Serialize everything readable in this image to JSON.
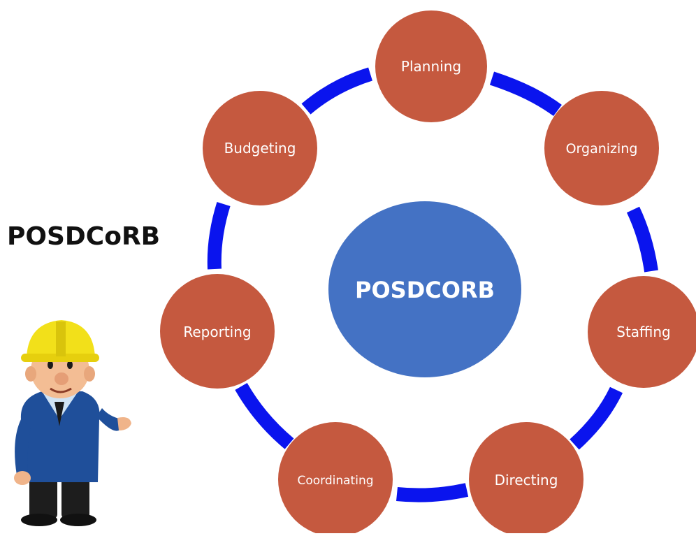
{
  "side_title": "POSDCoRB",
  "center": {
    "label": "POSDCORB",
    "color": "#4472c4"
  },
  "nodes": [
    {
      "label": "Planning"
    },
    {
      "label": "Organizing"
    },
    {
      "label": "Staffing"
    },
    {
      "label": "Directing"
    },
    {
      "label": "Coordinating"
    },
    {
      "label": "Reporting"
    },
    {
      "label": "Budgeting"
    }
  ],
  "node_color": "#c5593f",
  "connector_color": "#0a14ee",
  "icons": {
    "worker": "construction-worker-icon"
  }
}
